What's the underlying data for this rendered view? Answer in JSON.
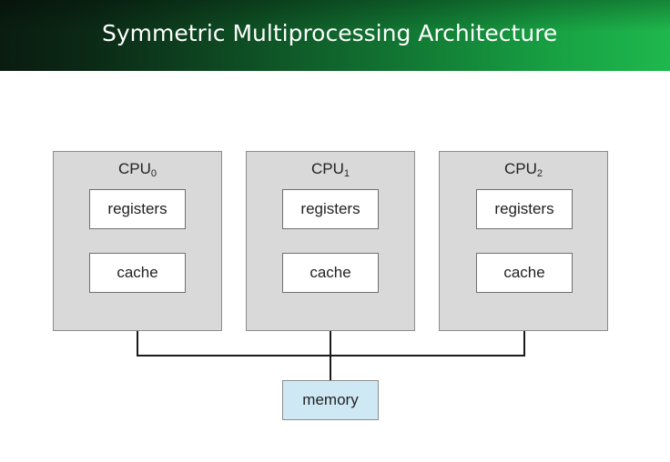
{
  "header": {
    "title": "Symmetric Multiprocessing Architecture"
  },
  "diagram": {
    "cpus": [
      {
        "name": "CPU",
        "subscript": "0",
        "registers": "registers",
        "cache": "cache"
      },
      {
        "name": "CPU",
        "subscript": "1",
        "registers": "registers",
        "cache": "cache"
      },
      {
        "name": "CPU",
        "subscript": "2",
        "registers": "registers",
        "cache": "cache"
      }
    ],
    "memory": "memory"
  },
  "colors": {
    "header_dark": "#0a1c10",
    "header_light": "#1fb84d",
    "cpu_fill": "#d9d9d9",
    "memory_fill": "#cfe9f4",
    "line": "#1a1a1a"
  }
}
